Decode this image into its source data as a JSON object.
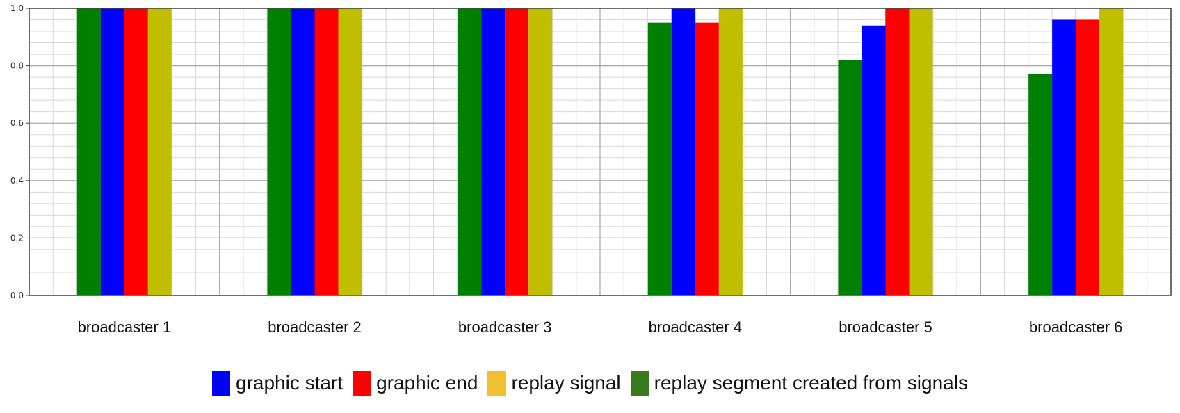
{
  "chart_data": {
    "type": "bar",
    "categories": [
      "broadcaster 1",
      "broadcaster 2",
      "broadcaster 3",
      "broadcaster 4",
      "broadcaster 5",
      "broadcaster 6"
    ],
    "series": [
      {
        "key": "segment",
        "color": "#008000",
        "values": [
          1.0,
          1.0,
          1.0,
          0.95,
          0.82,
          0.77
        ]
      },
      {
        "key": "start",
        "color": "#0000ff",
        "values": [
          1.0,
          1.0,
          1.0,
          1.0,
          0.94,
          0.96
        ]
      },
      {
        "key": "end",
        "color": "#ff0000",
        "values": [
          1.0,
          1.0,
          1.0,
          0.95,
          1.0,
          0.96
        ]
      },
      {
        "key": "replay",
        "color": "#bfbf00",
        "values": [
          1.0,
          1.0,
          1.0,
          1.0,
          1.0,
          1.0
        ]
      }
    ],
    "ylim": [
      0.0,
      1.0
    ],
    "yticks": [
      "0.0",
      "0.2",
      "0.4",
      "0.6",
      "0.8",
      "1.0"
    ],
    "grid": true,
    "legend_position": "bottom"
  },
  "legend": [
    {
      "label": "graphic start",
      "color": "#0000ff"
    },
    {
      "label": "graphic end",
      "color": "#ff0000"
    },
    {
      "label": "replay signal",
      "color": "#f0c030"
    },
    {
      "label": "replay segment created from signals",
      "color": "#3a7a1e"
    }
  ]
}
